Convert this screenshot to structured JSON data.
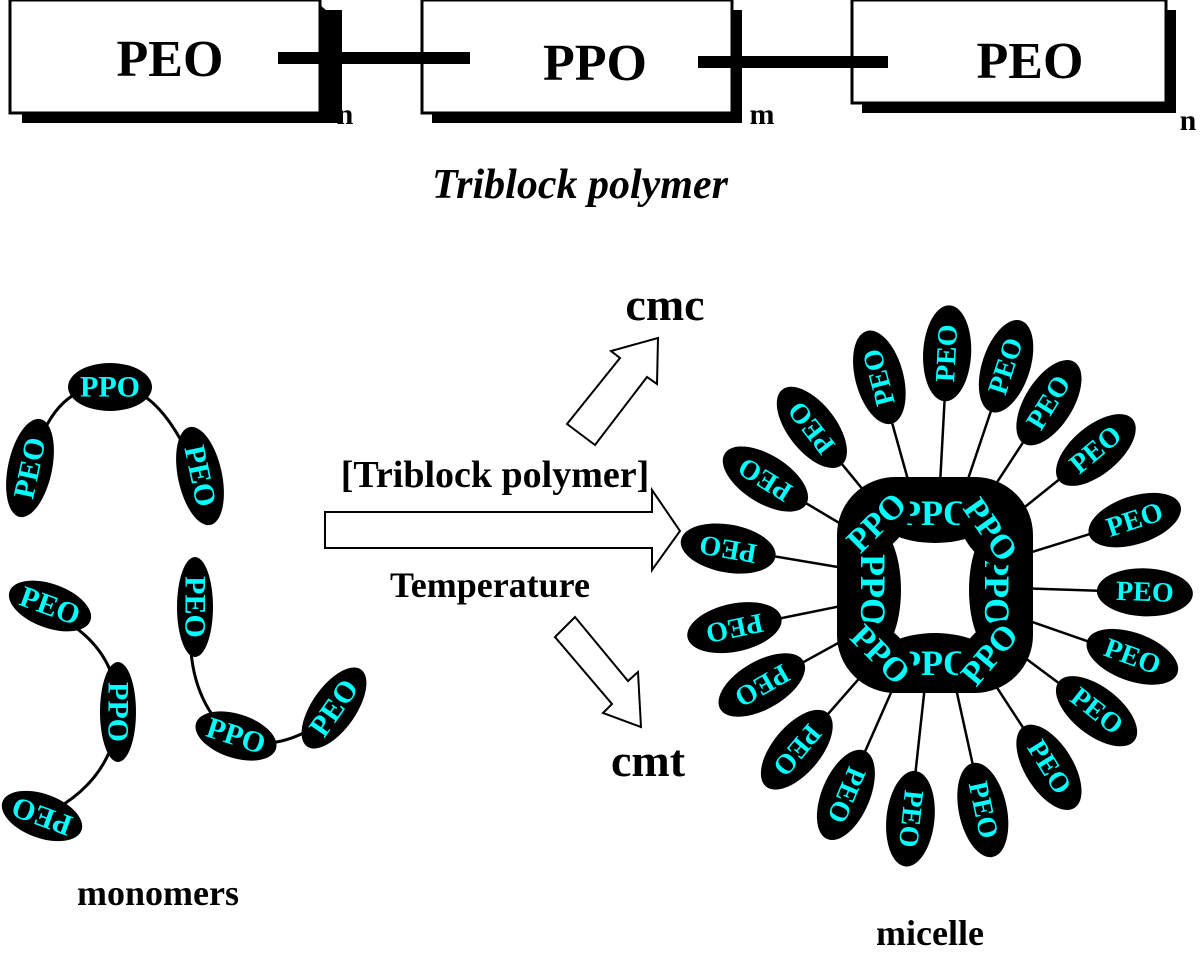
{
  "triblock": {
    "blocks": [
      {
        "label": "PEO",
        "subscript": "n"
      },
      {
        "label": "PPO",
        "subscript": "m"
      },
      {
        "label": "PEO",
        "subscript": "n"
      }
    ],
    "caption": "Triblock polymer"
  },
  "process": {
    "top_label": "cmc",
    "main_label": "[Triblock polymer]",
    "under_label": "Temperature",
    "bottom_label": "cmt"
  },
  "monomers": {
    "caption": "monomers",
    "peo_label": "PEO",
    "ppo_label": "PPO"
  },
  "micelle": {
    "caption": "micelle",
    "peo_label": "PEO",
    "ppo_label": "PPO"
  },
  "colors": {
    "ellipse_fill": "#000000",
    "label_color": "#00ffff",
    "line": "#000000"
  }
}
